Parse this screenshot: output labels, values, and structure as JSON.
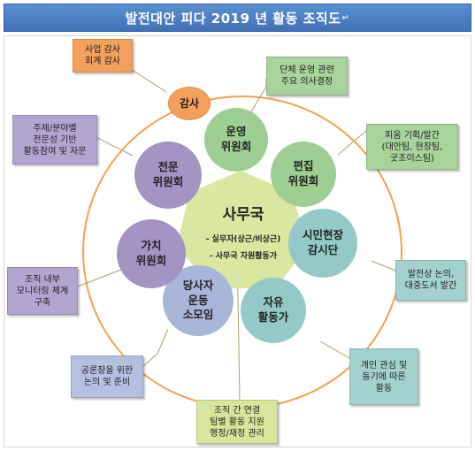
{
  "title": "발전대안 피다 2019 년 활동 조직도",
  "title_mark": "↵",
  "center": {
    "title": "사무국",
    "items": [
      "- 실무자(상근/비상근)",
      "- 사무국 자원활동가"
    ]
  },
  "audit": {
    "label": "감사"
  },
  "committees": {
    "operation": [
      "운영",
      "위원회"
    ],
    "editorial": [
      "편집",
      "위원회"
    ],
    "civic": [
      "시민현장",
      "감시단"
    ],
    "freedom": [
      "자유",
      "활동가"
    ],
    "party": [
      "당사자",
      "운동",
      "소모임"
    ],
    "value": [
      "가치",
      "위원회"
    ],
    "expert": [
      "전문",
      "위원회"
    ]
  },
  "notes": {
    "audit": [
      "사업 감사",
      "회계 감사"
    ],
    "operation": [
      "단체 운영 관련",
      "주요 의사결정"
    ],
    "editorial": [
      "피움 기획/발간",
      "(대안팀, 현장팀,",
      "굿조이스팀)"
    ],
    "civic": [
      "발전상 논의,",
      "대중도서 발간"
    ],
    "freedom": [
      "개인 관심 및",
      "동기에 따른",
      "활동"
    ],
    "office": [
      "조직 간 연결",
      "팀별 활동 지원",
      "행정/재정 관리"
    ],
    "party": [
      "공론장을 위한",
      "논의 및 준비"
    ],
    "value": [
      "조직 내부",
      "모니터링 체계",
      "구축"
    ],
    "expert": [
      "주제/분야별",
      "전문성 기반",
      "활동참여 및 자문"
    ]
  },
  "colors": {
    "title_bar": "#4a80c4",
    "orbit": "#f0a24e",
    "audit": "#f4a05a",
    "green": "#9ccf91",
    "teal": "#93c9c8",
    "blue": "#a8b6d9",
    "purple": "#a394c4",
    "center": "#d7e69b"
  }
}
